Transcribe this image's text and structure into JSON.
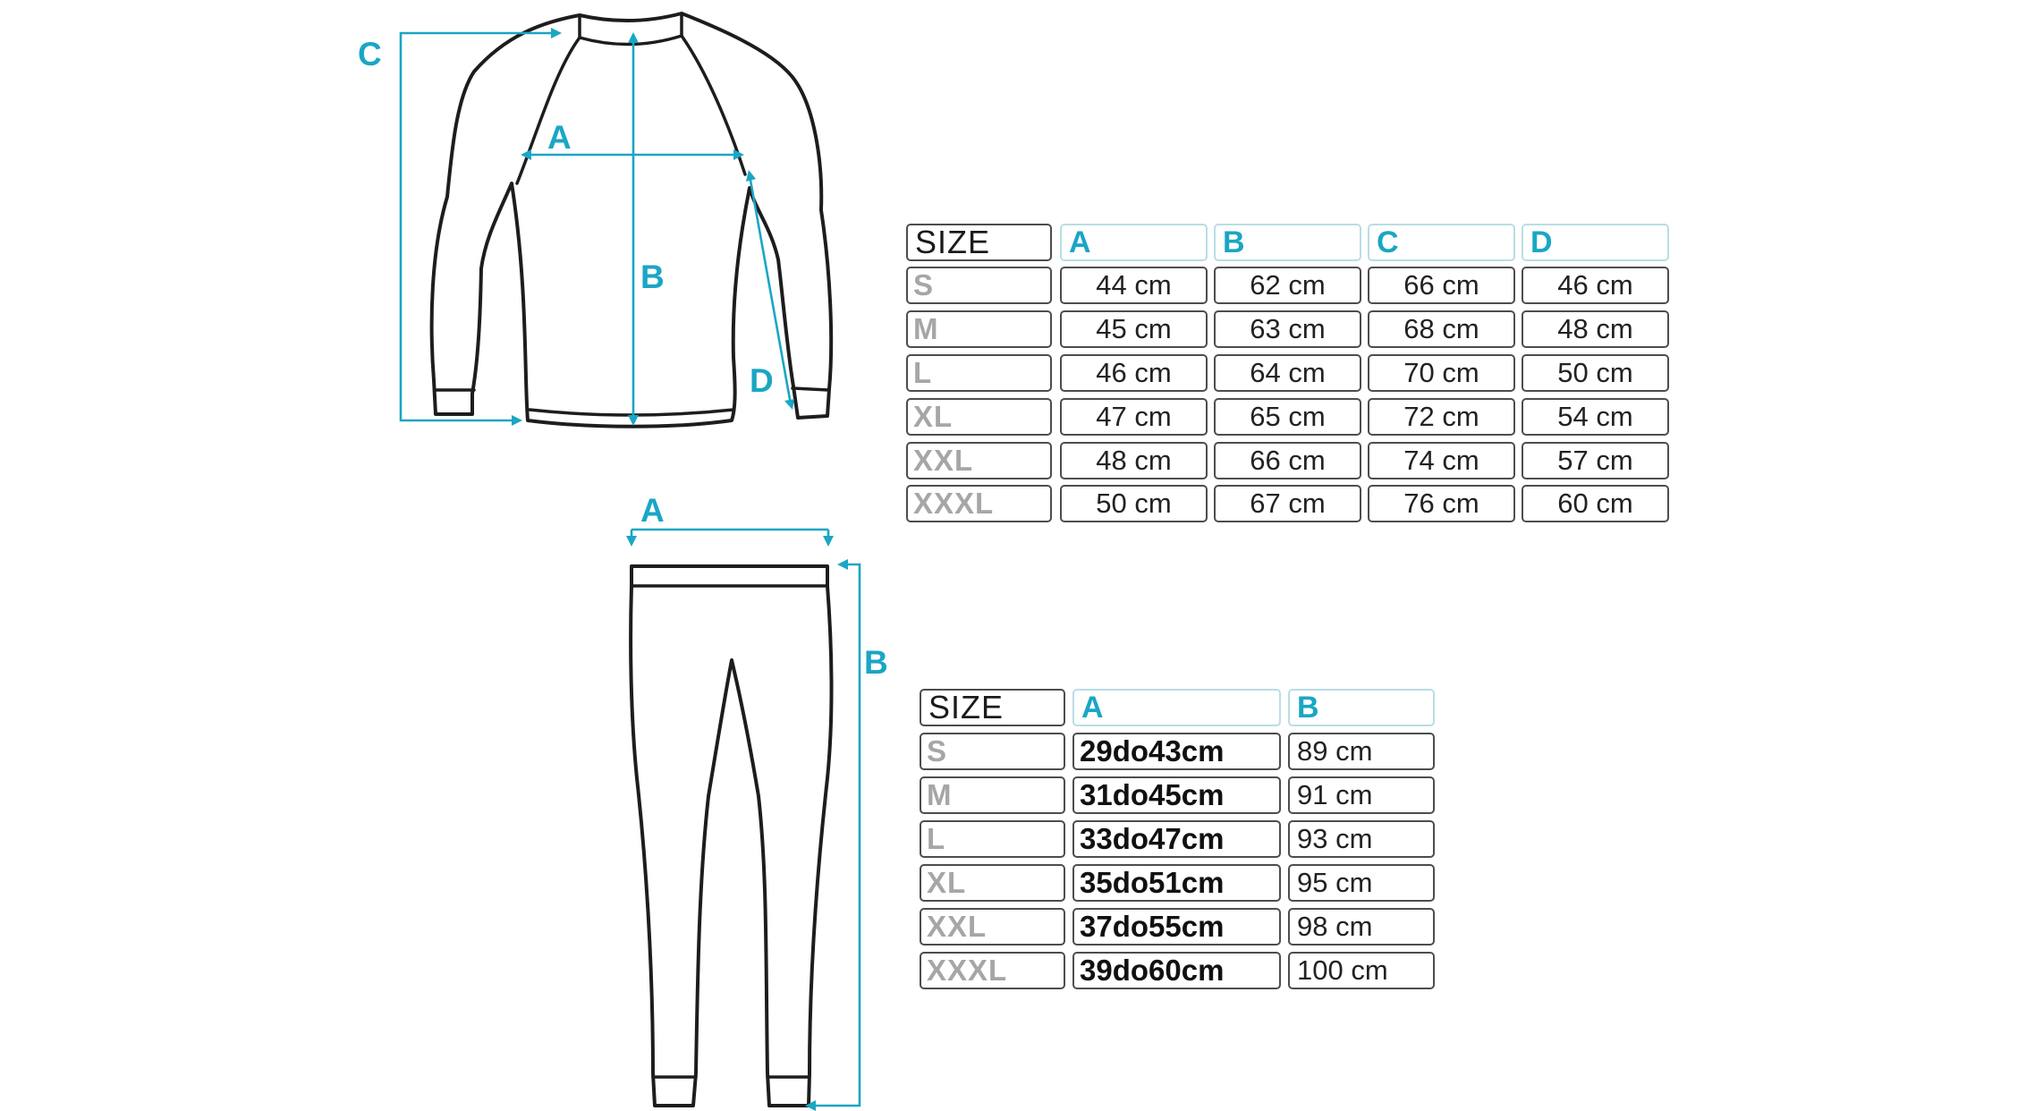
{
  "top_table": {
    "headers": [
      "SIZE",
      "A",
      "B",
      "C",
      "D"
    ],
    "rows": [
      {
        "size": "S",
        "values": [
          "44 cm",
          "62 cm",
          "66 cm",
          "46 cm"
        ]
      },
      {
        "size": "M",
        "values": [
          "45 cm",
          "63 cm",
          "68 cm",
          "48 cm"
        ]
      },
      {
        "size": "L",
        "values": [
          "46 cm",
          "64 cm",
          "70 cm",
          "50 cm"
        ]
      },
      {
        "size": "XL",
        "values": [
          "47 cm",
          "65 cm",
          "72 cm",
          "54 cm"
        ]
      },
      {
        "size": "XXL",
        "values": [
          "48 cm",
          "66 cm",
          "74 cm",
          "57 cm"
        ]
      },
      {
        "size": "XXXL",
        "values": [
          "50 cm",
          "67 cm",
          "76 cm",
          "60 cm"
        ]
      }
    ]
  },
  "bottom_table": {
    "headers": [
      "SIZE",
      "A",
      "B"
    ],
    "rows": [
      {
        "size": "S",
        "values": [
          "29do43cm",
          "89 cm"
        ]
      },
      {
        "size": "M",
        "values": [
          "31do45cm",
          "91 cm"
        ]
      },
      {
        "size": "L",
        "values": [
          "33do47cm",
          "93 cm"
        ]
      },
      {
        "size": "XL",
        "values": [
          "35do51cm",
          "95 cm"
        ]
      },
      {
        "size": "XXL",
        "values": [
          "37do55cm",
          "98 cm"
        ]
      },
      {
        "size": "XXXL",
        "values": [
          "39do60cm",
          "100 cm"
        ]
      }
    ]
  },
  "shirt_labels": {
    "a": "A",
    "b": "B",
    "c": "C",
    "d": "D"
  },
  "pants_labels": {
    "a": "A",
    "b": "B"
  },
  "colors": {
    "accent": "#1aa6c4",
    "outline": "#1d1d1d",
    "size_text": "#a6a6a6",
    "cell_border": "#4d4d4d",
    "header_border": "#b9dde5"
  }
}
